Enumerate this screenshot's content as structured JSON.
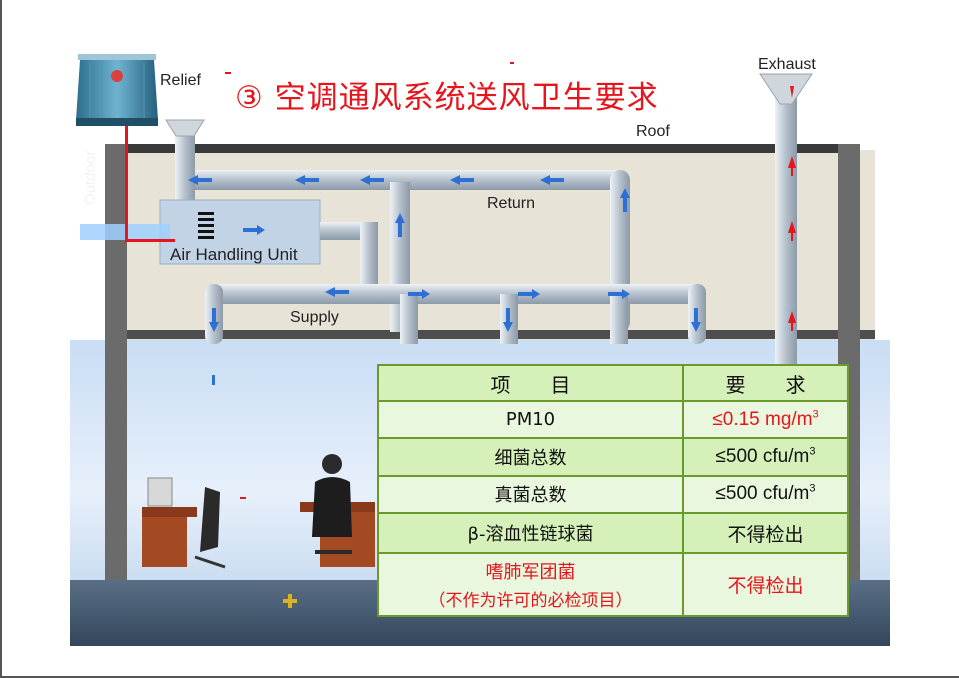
{
  "title": "③ 空调通风系统送风卫生要求",
  "diagram": {
    "relief": "Relief",
    "exhaust": "Exhaust",
    "roof": "Roof",
    "return": "Return",
    "ahu": "Air Handling Unit",
    "supply": "Supply",
    "outdoor": "Outdoor"
  },
  "table": {
    "headers": [
      "项　　目",
      "要　　求"
    ],
    "rows": [
      {
        "item": "PM10",
        "req": "≤0.15 mg/m",
        "sup": "3",
        "item_color": "#111111",
        "req_color": "#e8141b"
      },
      {
        "item": "细菌总数",
        "req": "≤500 cfu/m",
        "sup": "3",
        "item_color": "#111111",
        "req_color": "#111111"
      },
      {
        "item": "真菌总数",
        "req": "≤500 cfu/m",
        "sup": "3",
        "item_color": "#111111",
        "req_color": "#111111"
      },
      {
        "item": "β-溶血性链球菌",
        "req": "不得检出",
        "sup": "",
        "item_color": "#111111",
        "req_color": "#111111"
      },
      {
        "item": "嗜肺军团菌",
        "item_note": "（不作为许可的必检项目）",
        "req": "不得检出",
        "sup": "",
        "item_color": "#e8141b",
        "req_color": "#e8141b"
      }
    ]
  },
  "colors": {
    "accent": "#e8141b",
    "table_border": "#6a9a2b",
    "table_fill": "#d5f0b8"
  }
}
